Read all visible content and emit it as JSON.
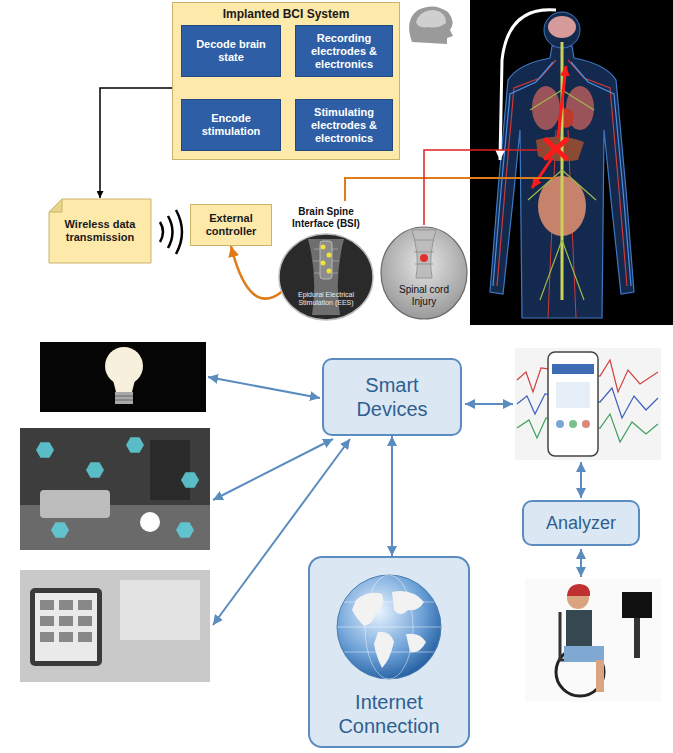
{
  "diagram": {
    "nodes": [
      {
        "text": [
          "Implanted BCI System"
        ]
      },
      {
        "text": [
          "Decode brain state"
        ],
        "in": 0
      },
      {
        "text": [
          "Recording electrodes & electronics"
        ],
        "in": 0
      },
      {
        "text": [
          "Encode stimulation"
        ],
        "in": 0
      },
      {
        "text": [
          "Stimulating electrodes & electronics"
        ],
        "in": 0
      },
      {
        "text": [
          "Wireless data transmission"
        ]
      },
      {
        "text": [
          "External controller"
        ]
      },
      {
        "text": [
          "Brain Spine Interface (BSI)",
          "Epidural Electrical Stimulation (EES)"
        ]
      },
      {
        "text": [
          "Spinal cord Injury"
        ]
      },
      {
        "text": [
          "Smart Devices"
        ]
      },
      {
        "text": [
          "Analyzer"
        ]
      },
      {
        "text": [
          "Internet Connection"
        ]
      }
    ],
    "edges": [
      {
        "from": 2,
        "to": 1,
        "arrow": "to"
      },
      {
        "from": 1,
        "to": 3,
        "arrow": "to"
      },
      {
        "from": 3,
        "to": 4,
        "arrow": "to"
      },
      {
        "from": 0,
        "to": 5,
        "arrow": "to"
      },
      {
        "from": 7,
        "to": 6,
        "arrow": "to"
      },
      {
        "from": 9,
        "to": 11,
        "arrow": "both"
      }
    ]
  }
}
